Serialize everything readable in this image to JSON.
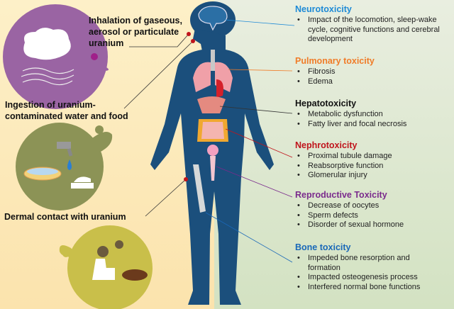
{
  "routes": {
    "inhalation": "Inhalation of gaseous, aerosol or particulate uranium",
    "ingestion": "Ingestion of uranium-contaminated water and food",
    "dermal": "Dermal contact with uranium"
  },
  "effects": [
    {
      "title": "Neurotoxicity",
      "color": "#1e8ad6",
      "items": [
        "Impact of the locomotion, sleep-wake cycle, cognitive functions and cerebral development"
      ]
    },
    {
      "title": "Pulmonary toxicity",
      "color": "#f07c28",
      "items": [
        "Fibrosis",
        "Edema"
      ]
    },
    {
      "title": "Hepatotoxicity",
      "color": "#111111",
      "items": [
        "Metabolic dysfunction",
        "Fatty liver and focal necrosis"
      ]
    },
    {
      "title": "Nephrotoxicity",
      "color": "#c0141c",
      "items": [
        "Proximal tubule damage",
        "Reabsorptive function",
        "Glomerular injury"
      ]
    },
    {
      "title": "Reproductive Toxicity",
      "color": "#7a2a8c",
      "items": [
        "Decrease  of oocytes",
        "Sperm defects",
        "Disorder of sexual hormone"
      ]
    },
    {
      "title": "Bone toxicity",
      "color": "#1a68b8",
      "items": [
        "Impeded bone resorption and formation",
        "Impacted osteogenesis process",
        "Interfered normal bone functions"
      ]
    }
  ],
  "colors": {
    "body": "#1b4f7c",
    "inhalation": "#9a64a3",
    "ingestion": "#8c9356",
    "dermal": "#c9bf4a"
  }
}
